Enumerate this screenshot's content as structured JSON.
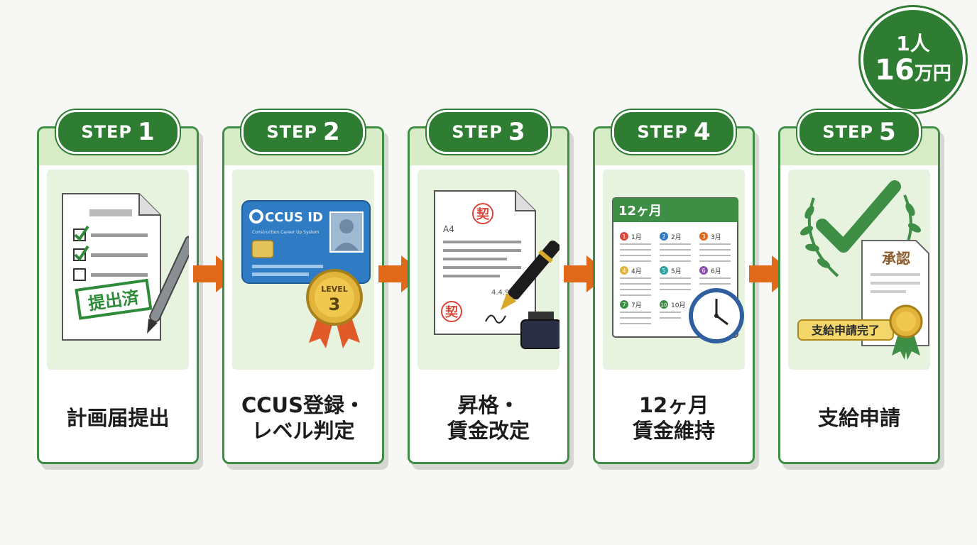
{
  "badge": {
    "line1": "1人",
    "amount": "16",
    "unit": "万円"
  },
  "steps": [
    {
      "label": "STEP",
      "number": "1",
      "caption_lines": [
        "計画届提出"
      ],
      "illustration_text": {
        "stamp": "提出済"
      }
    },
    {
      "label": "STEP",
      "number": "2",
      "caption_lines": [
        "CCUS登録・",
        "レベル判定"
      ],
      "illustration_text": {
        "card_title": "CCUS ID",
        "card_subtitle": "Construction Career Up System",
        "medal_top": "LEVEL",
        "medal_num": "3"
      }
    },
    {
      "label": "STEP",
      "number": "3",
      "caption_lines": [
        "昇格・",
        "賃金改定"
      ],
      "illustration_text": {
        "seal": "契",
        "paper_size": "A4",
        "doc_number": "4.4.9"
      }
    },
    {
      "label": "STEP",
      "number": "4",
      "caption_lines": [
        "12ヶ月",
        "賃金維持"
      ],
      "illustration_text": {
        "calendar_title": "12ヶ月",
        "months": [
          "1月",
          "2月",
          "3月",
          "4月",
          "5月",
          "6月",
          "7月",
          "10月"
        ],
        "month_numbers": [
          "1",
          "2",
          "3",
          "4",
          "5",
          "6",
          "7",
          "10"
        ]
      }
    },
    {
      "label": "STEP",
      "number": "5",
      "caption_lines": [
        "支給申請"
      ],
      "illustration_text": {
        "approval": "承認",
        "ribbon": "支給申請完了"
      }
    }
  ],
  "colors": {
    "green_dark": "#2f7d32",
    "green_light": "#d8ecc8",
    "panel": "#e8f3df",
    "arrow": "#e06a1a",
    "border": "#3e8e45"
  },
  "icons": [
    "checklist-document-icon",
    "pen-icon",
    "id-card-icon",
    "level-medal-icon",
    "contract-document-icon",
    "fountain-pen-icon",
    "ink-bottle-icon",
    "calendar-icon",
    "clock-icon",
    "laurel-check-icon",
    "approval-document-icon",
    "award-seal-icon",
    "arrow-right-icon"
  ]
}
